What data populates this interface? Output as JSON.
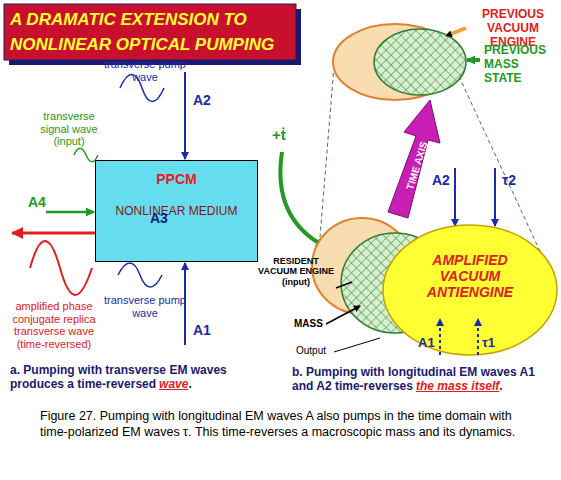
{
  "diagram": {
    "title": "A DRAMATIC EXTENSION TO NONLINEAR OPTICAL PUMPING",
    "caption": "Figure 27. Pumping with longitudinal EM waves A also pumps in the time domain with time-polarized EM waves τ. This time-reverses a macroscopic mass and its dynamics.",
    "nodes": [
      {
        "text": [
          "PPCM",
          "NONLINEAR MEDIUM"
        ]
      },
      {
        "text": [
          "AMPLIFIED VACUUM ANTIENGINE"
        ]
      }
    ],
    "labels": [
      "transverse pump wave",
      "A2",
      "transverse signal wave (input)",
      "A4",
      "A3",
      "amplified phase conjugate replica transverse wave (time-reversed)",
      "transverse pump wave",
      "A1",
      "a. Pumping with transverse EM waves produces a time-reversed",
      "wave",
      ".",
      "PREVIOUS VACUUM ENGINE",
      "PREVIOUS MASS STATE",
      "+ṫ",
      "TIME AXIS",
      "A2",
      "τ2",
      "RESIDENT VACUUM ENGINE (input)",
      "MASS",
      "Output",
      "A1",
      "τ1",
      "b. Pumping with longitudinal EM waves A1 and A2 time-reverses",
      "the mass itself",
      "."
    ]
  }
}
